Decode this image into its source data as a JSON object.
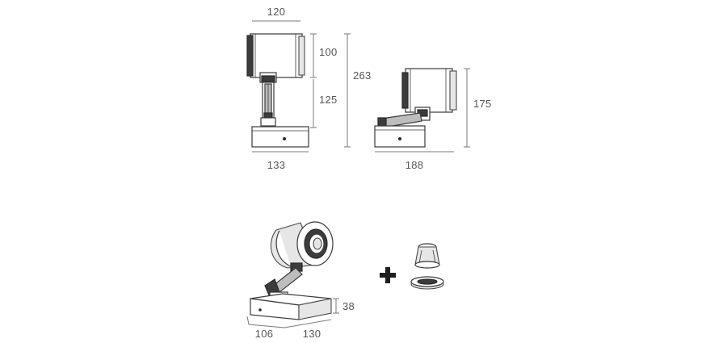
{
  "dimensions": {
    "front_width_top": "120",
    "front_head_height": "100",
    "front_arm_height": "125",
    "total_height": "263",
    "front_base_width": "133",
    "side_height": "175",
    "side_width": "188",
    "base_height": "38",
    "base_depth": "106",
    "base_width": "130"
  },
  "accessory": {
    "plus_symbol": "+",
    "icons": [
      "plus-icon",
      "lens-accessory-icon",
      "ring-accessory-icon"
    ]
  }
}
